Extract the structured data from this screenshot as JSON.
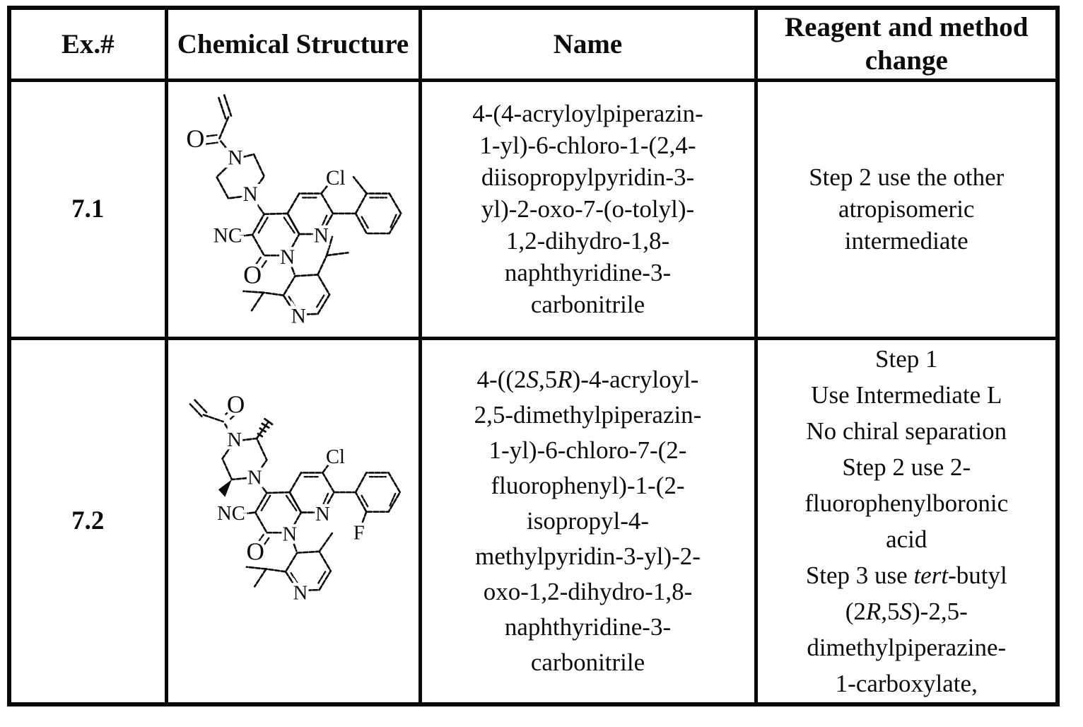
{
  "table": {
    "headers": [
      {
        "id": "ex",
        "label": "Ex.#"
      },
      {
        "id": "structure",
        "label": "Chemical Structure"
      },
      {
        "id": "name",
        "label": "Name"
      },
      {
        "id": "reagent",
        "label": "Reagent and method change"
      }
    ],
    "rows": [
      {
        "ex": "7.1",
        "name_lines": [
          "4-(4-acryloylpiperazin-",
          "1-yl)-6-chloro-1-(2,4-",
          "diisopropylpyridin-3-",
          "yl)-2-oxo-7-(o-tolyl)-",
          "1,2-dihydro-1,8-",
          "naphthyridine-3-",
          "carbonitrile"
        ],
        "reagent_lines": [
          "Step 2 use the other",
          "atropisomeric",
          "intermediate"
        ]
      },
      {
        "ex": "7.2",
        "name_lines": [
          "4-((2<i>S</i>,5<i>R</i>)-4-acryloyl-",
          "2,5-dimethylpiperazin-",
          "1-yl)-6-chloro-7-(2-",
          "fluorophenyl)-1-(2-",
          "isopropyl-4-",
          "methylpyridin-3-yl)-2-",
          "oxo-1,2-dihydro-1,8-",
          "naphthyridine-3-",
          "carbonitrile"
        ],
        "reagent_lines": [
          "Step 1",
          "Use Intermediate L",
          "No chiral separation",
          "Step 2 use 2-",
          "fluorophenylboronic",
          "acid",
          "Step 3 use <i>tert</i>-butyl",
          "(2<i>R</i>,5<i>S</i>)-2,5-",
          "dimethylpiperazine-",
          "1-carboxylate,"
        ]
      }
    ]
  },
  "structures": {
    "s1": {
      "labels": {
        "carbonyl_o": "O",
        "pip_n_top": "N",
        "pip_n_bottom": "N",
        "chloro": "Cl",
        "nitrile": "NC",
        "ring_n8": "N",
        "ring_n1": "N",
        "ketone_o": "O",
        "pyridine_n": "N"
      }
    },
    "s2": {
      "labels": {
        "carbonyl_o": "O",
        "pip_n_top": "N",
        "pip_n_bottom": "N",
        "chloro": "Cl",
        "nitrile": "NC",
        "ring_n8": "N",
        "ring_n1": "N",
        "ketone_o": "O",
        "fluoro": "F",
        "pyridine_n": "N"
      }
    }
  }
}
